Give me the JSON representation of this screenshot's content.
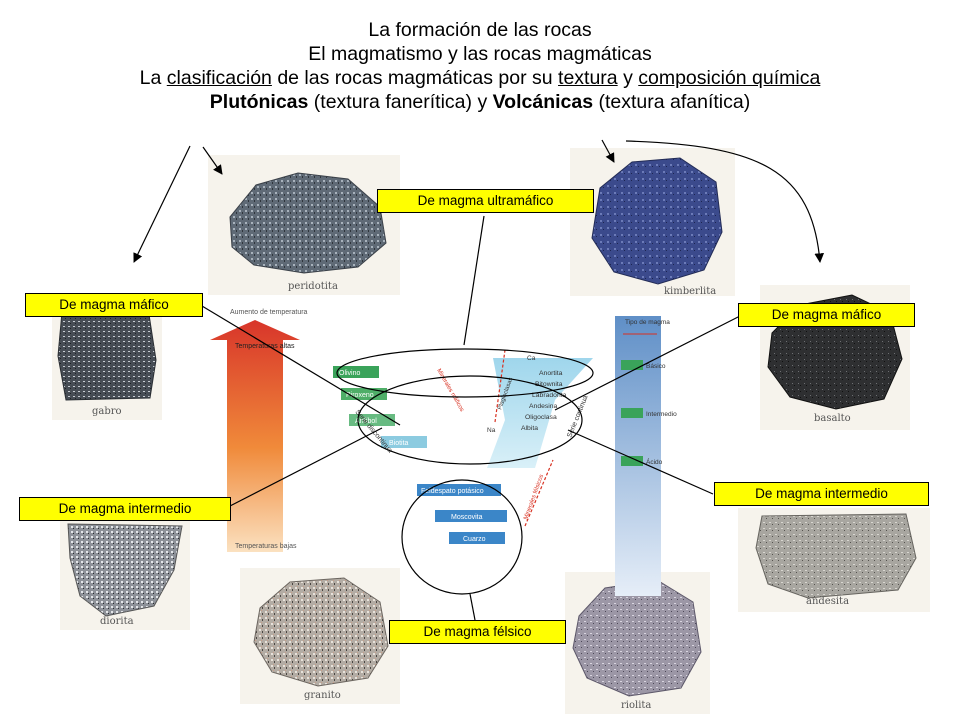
{
  "title": {
    "line1": "La formación de las rocas",
    "line2": "El magmatismo y las rocas magmáticas",
    "line3": {
      "pre": "La ",
      "w1": "clasificación",
      "mid1": " de las rocas magmáticas por su ",
      "w2": "textura",
      "mid2": " y ",
      "w3": "composición química"
    },
    "line4": {
      "b1": "Plutónicas",
      "t1": " (textura fanerítica) y ",
      "b2": "Volcánicas",
      "t2": " (textura afanítica)"
    }
  },
  "labels": {
    "ultramafico": "De magma ultramáfico",
    "mafico_left": "De magma máfico",
    "mafico_right": "De magma máfico",
    "intermedio_left": "De magma intermedio",
    "intermedio_right": "De magma intermedio",
    "felsico": "De magma félsico"
  },
  "rocks": {
    "peridotita": "peridotita",
    "kimberlita": "kimberlita",
    "gabro": "gabro",
    "basalto": "basalto",
    "diorita": "diorita",
    "andesita": "andesita",
    "granito": "granito",
    "riolita": "riolita"
  },
  "figure": {
    "temp_header": "Aumento de temperatura",
    "temp_high": "Temperaturas altas",
    "temp_low": "Temperaturas bajas",
    "minerals_left": [
      "Olivino",
      "Piroxeno",
      "Anfíbol",
      "Biotita"
    ],
    "minerals_felsic": [
      "Feldespato potásico",
      "Moscovita",
      "Cuarzo"
    ],
    "plagioclase": [
      "Anortita",
      "Bitownita",
      "Labradorita",
      "Andesina",
      "Oligoclasa",
      "Albita"
    ],
    "ca": "Ca",
    "na": "Na",
    "plagioclasas": "Plagioclasas",
    "serie_discontinua": "Serie discontinua",
    "serie_continua": "Serie continua",
    "minerales_maficos": "Minerales máficos",
    "minerales_felsicos": "Minerales félsicos",
    "tipo_magma": "Tipo de magma",
    "magma_types": [
      "Básico",
      "Intermedio",
      "Ácido"
    ]
  },
  "colors": {
    "label_fill": "#ffff00",
    "mineral_green": "#3aa35a",
    "mineral_blue": "#3b86c8",
    "mineral_light": "#9fd4e8",
    "arrow_red": "#d83020"
  }
}
